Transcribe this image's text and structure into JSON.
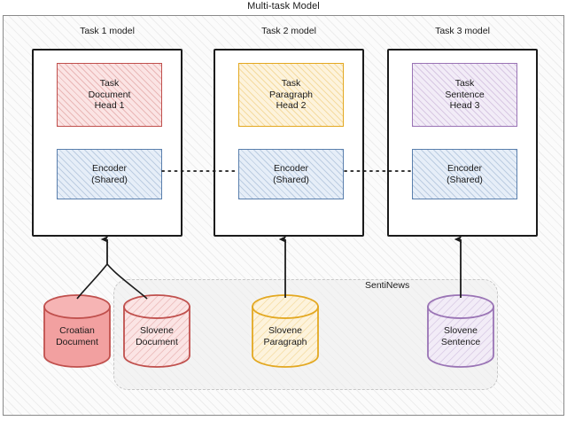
{
  "diagram": {
    "title": "Multi-task Model",
    "type": "architecture-diagram"
  },
  "columns": [
    {
      "label": "Task 1 model"
    },
    {
      "label": "Task 2 model"
    },
    {
      "label": "Task 3 model"
    }
  ],
  "task_models": [
    {
      "label": "Task 1 model",
      "head": {
        "text": "Task\nDocument\nHead 1",
        "color": "#c0504d",
        "fill": "#fbe4e4"
      },
      "encoder": {
        "text": "Encoder\n(Shared)",
        "color": "#5a7fad",
        "fill": "#e6eef8"
      }
    },
    {
      "label": "Task 2 model",
      "head": {
        "text": "Task\nParagraph\nHead 2",
        "color": "#e3a821",
        "fill": "#fdf3dc"
      },
      "encoder": {
        "text": "Encoder\n(Shared)",
        "color": "#5a7fad",
        "fill": "#e6eef8"
      }
    },
    {
      "label": "Task 3 model",
      "head": {
        "text": "Task\nSentence\nHead 3",
        "color": "#9a74b5",
        "fill": "#f2ecf7"
      },
      "encoder": {
        "text": "Encoder\n(Shared)",
        "color": "#5a7fad",
        "fill": "#e6eef8"
      }
    }
  ],
  "datasets": {
    "group_label": "SentiNews",
    "cylinders": [
      {
        "text": "Croatian\nDocument",
        "color": "#c0504d",
        "fill": "#f2a0a0",
        "hatched": false,
        "in_group": false
      },
      {
        "text": "Slovene\nDocument",
        "color": "#c0504d",
        "fill": "#fbe4e4",
        "hatched": true,
        "in_group": true
      },
      {
        "text": "Slovene\nParagraph",
        "color": "#e3a821",
        "fill": "#fdf3dc",
        "hatched": true,
        "in_group": true
      },
      {
        "text": "Slovene\nSentence",
        "color": "#9a74b5",
        "fill": "#f2ecf7",
        "hatched": true,
        "in_group": true
      }
    ]
  },
  "connections": {
    "shared_encoder_link": "dotted",
    "dataset_to_model": "arrow"
  },
  "colors": {
    "frame_border": "#8a8a8a",
    "model_border": "#1b1b1b",
    "group_border": "#c8c8c8",
    "arrow": "#1b1b1b",
    "text": "#1a1a1a"
  }
}
